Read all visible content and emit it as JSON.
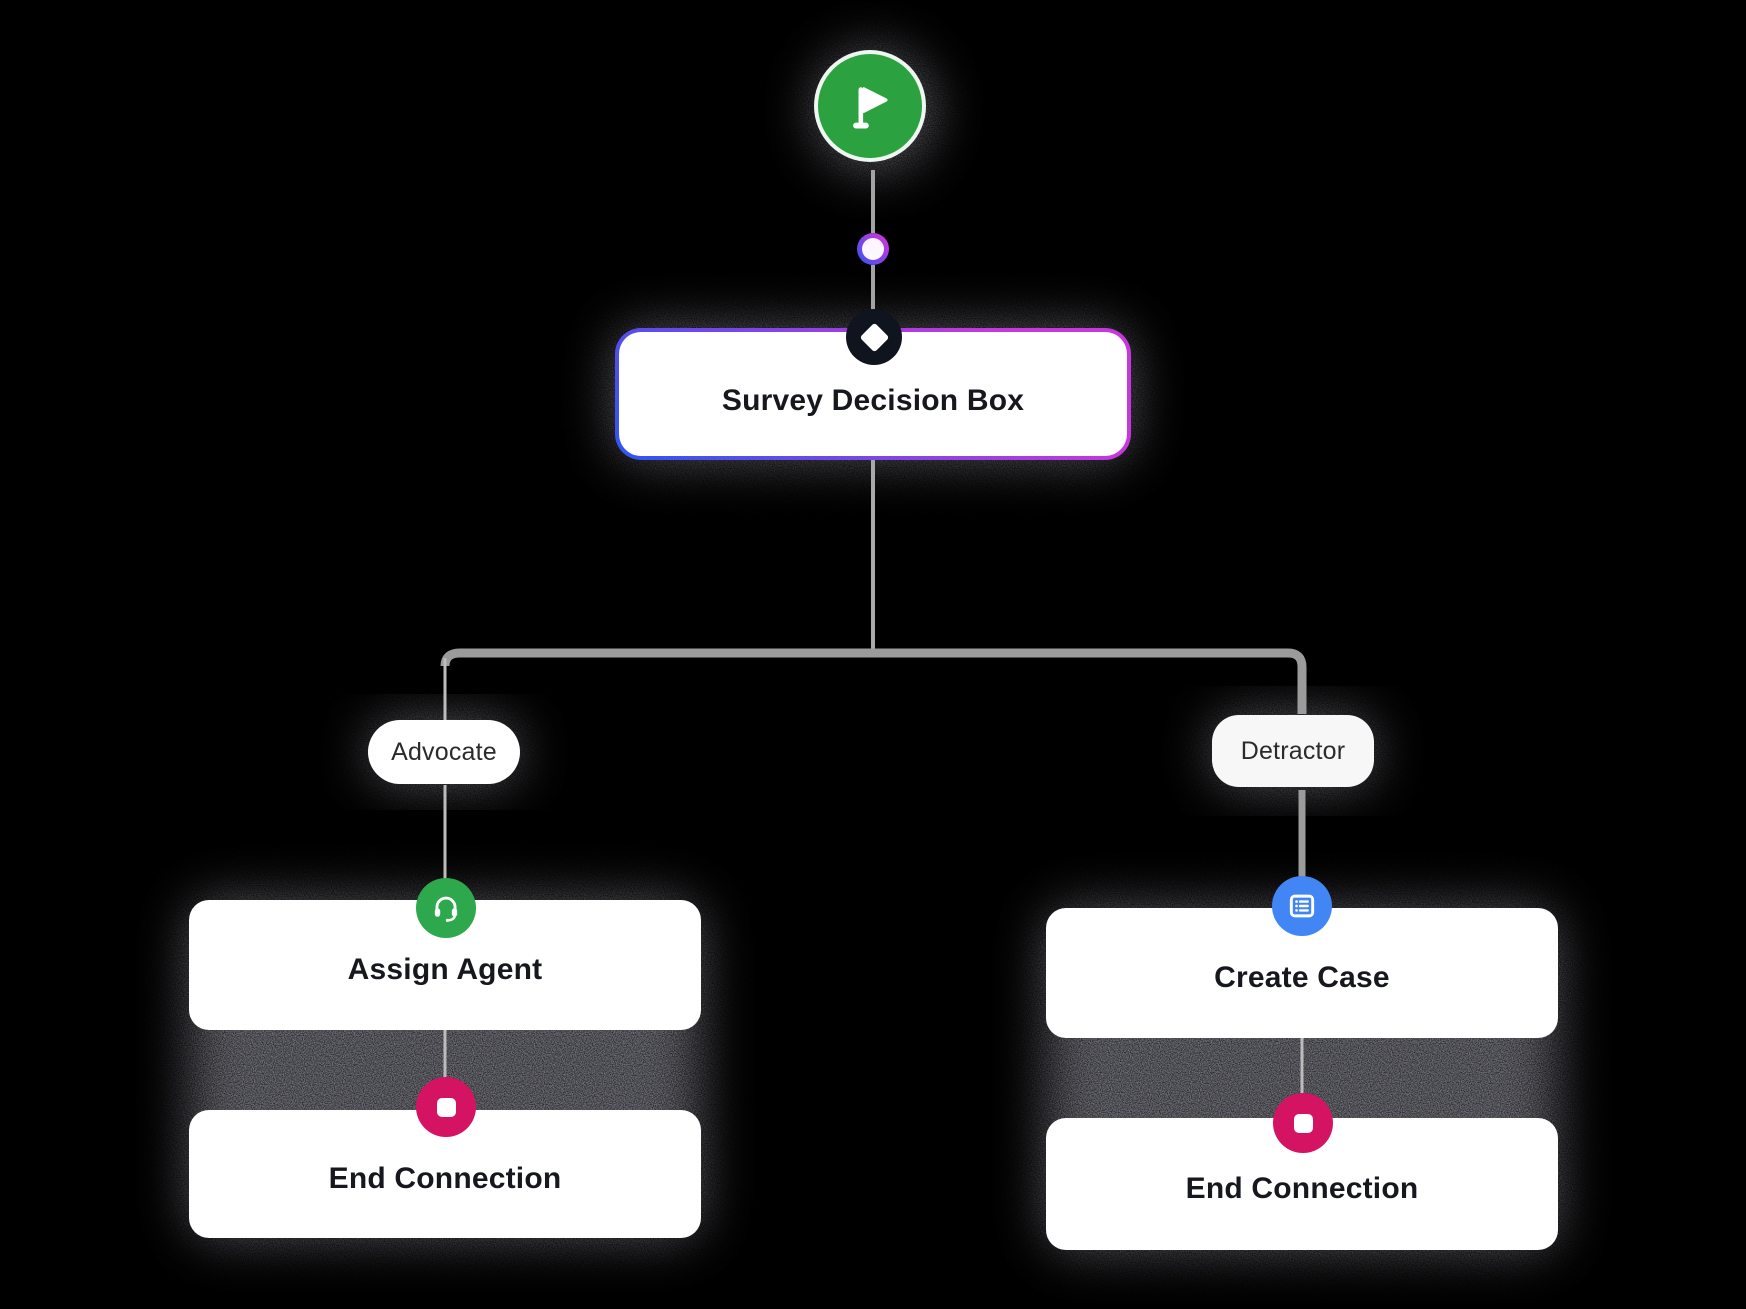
{
  "canvas": {
    "background": "#000000"
  },
  "flow": {
    "start": {
      "icon": "flag",
      "color": "#2BA23F"
    },
    "decision": {
      "label": "Survey Decision Box",
      "icon": "diamond",
      "border_gradient_from": "#2E55F2",
      "border_gradient_to": "#C837DE"
    },
    "branches": {
      "left": {
        "label": "Advocate"
      },
      "right": {
        "label": "Detractor"
      }
    },
    "steps": {
      "assign_agent": {
        "label": "Assign Agent",
        "icon": "headset",
        "icon_color": "#2EA84C"
      },
      "end_left": {
        "label": "End Connection",
        "icon": "stop",
        "icon_color": "#D41362"
      },
      "create_case": {
        "label": "Create Case",
        "icon": "list",
        "icon_color": "#4285F4"
      },
      "end_right": {
        "label": "End Connection",
        "icon": "stop",
        "icon_color": "#D41362"
      }
    },
    "connector_colors": {
      "thick": "#9B9B9B",
      "thin": "#BCBCBC"
    }
  }
}
